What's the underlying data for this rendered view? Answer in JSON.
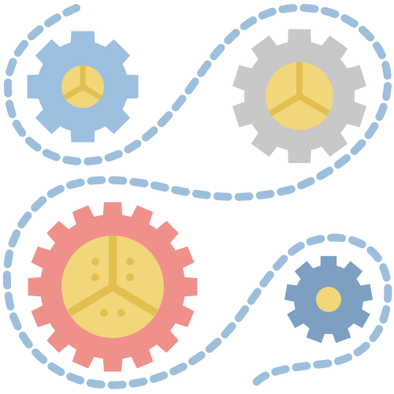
{
  "illustration": {
    "subject": "gears-connected-by-dashed-path",
    "colors": {
      "path": "#9dbfdc",
      "gear_light_blue": "#9dbfe0",
      "gear_gray": "#c8c8c8",
      "gear_coral": "#ef918a",
      "gear_dark_blue": "#7d9fc2",
      "hub_yellow": "#f2d67a",
      "hub_stripe": "#e2c050"
    },
    "gears": [
      {
        "name": "small-blue-gear",
        "color": "gear_light_blue",
        "teeth": 8
      },
      {
        "name": "gray-gear",
        "color": "gear_gray",
        "teeth": 10
      },
      {
        "name": "large-coral-gear",
        "color": "gear_coral",
        "teeth": 16
      },
      {
        "name": "dark-blue-gear",
        "color": "gear_dark_blue",
        "teeth": 9
      }
    ]
  }
}
